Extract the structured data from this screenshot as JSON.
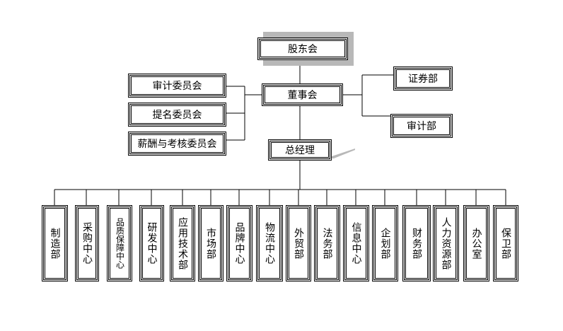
{
  "org": {
    "shareholders": "股东会",
    "board": "董事会",
    "general_manager": "总经理",
    "committees": [
      "审计委员会",
      "提名委员会",
      "薪酬与考核委员会"
    ],
    "board_units": [
      "证券部",
      "审计部"
    ],
    "departments": [
      "制造部",
      "采购中心",
      "品质保障中心",
      "研发中心",
      "应用技术部",
      "市场部",
      "品牌中心",
      "物流中心",
      "外贸部",
      "法务部",
      "信息中心",
      "企划部",
      "财务部",
      "人力资源部",
      "办公室",
      "保卫部"
    ]
  }
}
